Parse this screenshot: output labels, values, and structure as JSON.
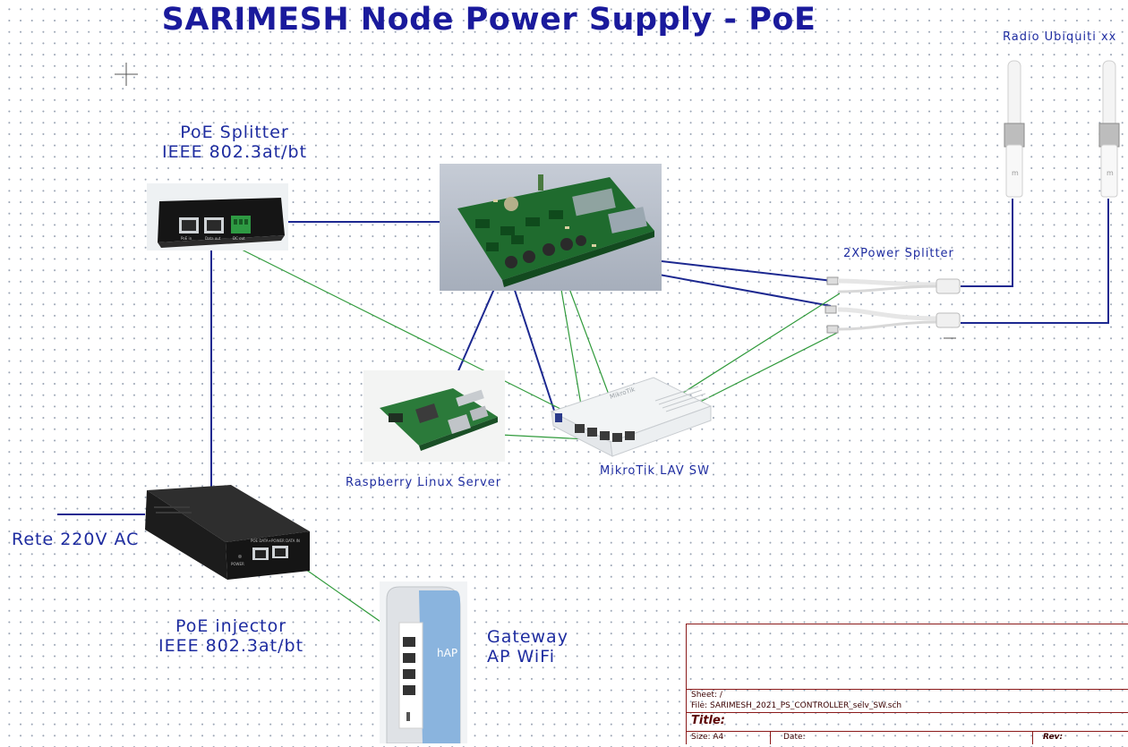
{
  "title": "SARIMESH Node Power Supply - PoE",
  "labels": {
    "poe_splitter": [
      "PoE Splitter",
      "IEEE 802.3at/bt"
    ],
    "radio": "Radio Ubiquiti xx",
    "power_splitter": "2XPower Splitter",
    "raspberry": "Raspberry Linux Server",
    "mikrotik": "MikroTik LAV SW",
    "rete": "Rete 220V AC",
    "poe_injector": [
      "PoE injector",
      "IEEE 802.3at/bt"
    ],
    "gateway": [
      "Gateway",
      "AP WiFi"
    ]
  },
  "device_text": {
    "splitter_ports": [
      "PoE in",
      "Data out",
      "DC out"
    ],
    "injector_ports": "POE DATA+POWER DATA IN",
    "injector_power": "POWER",
    "mikrotik_brand": "MikroTik",
    "gateway_brand": "hAP",
    "antenna_brand": "m"
  },
  "title_block": {
    "sheet": "Sheet: /",
    "file": "File: SARIMESH_2021_PS_CONTROLLER_selv_SW.sch",
    "title": "Title:",
    "size": "Size: A4",
    "date": "Date:",
    "rev": "Rev:"
  },
  "colors": {
    "title": "#1a1a9c",
    "label": "#1e2ca0",
    "wire_blue": "#1c2890",
    "wire_green": "#2f9a3a",
    "title_block": "#8b1a1a"
  }
}
